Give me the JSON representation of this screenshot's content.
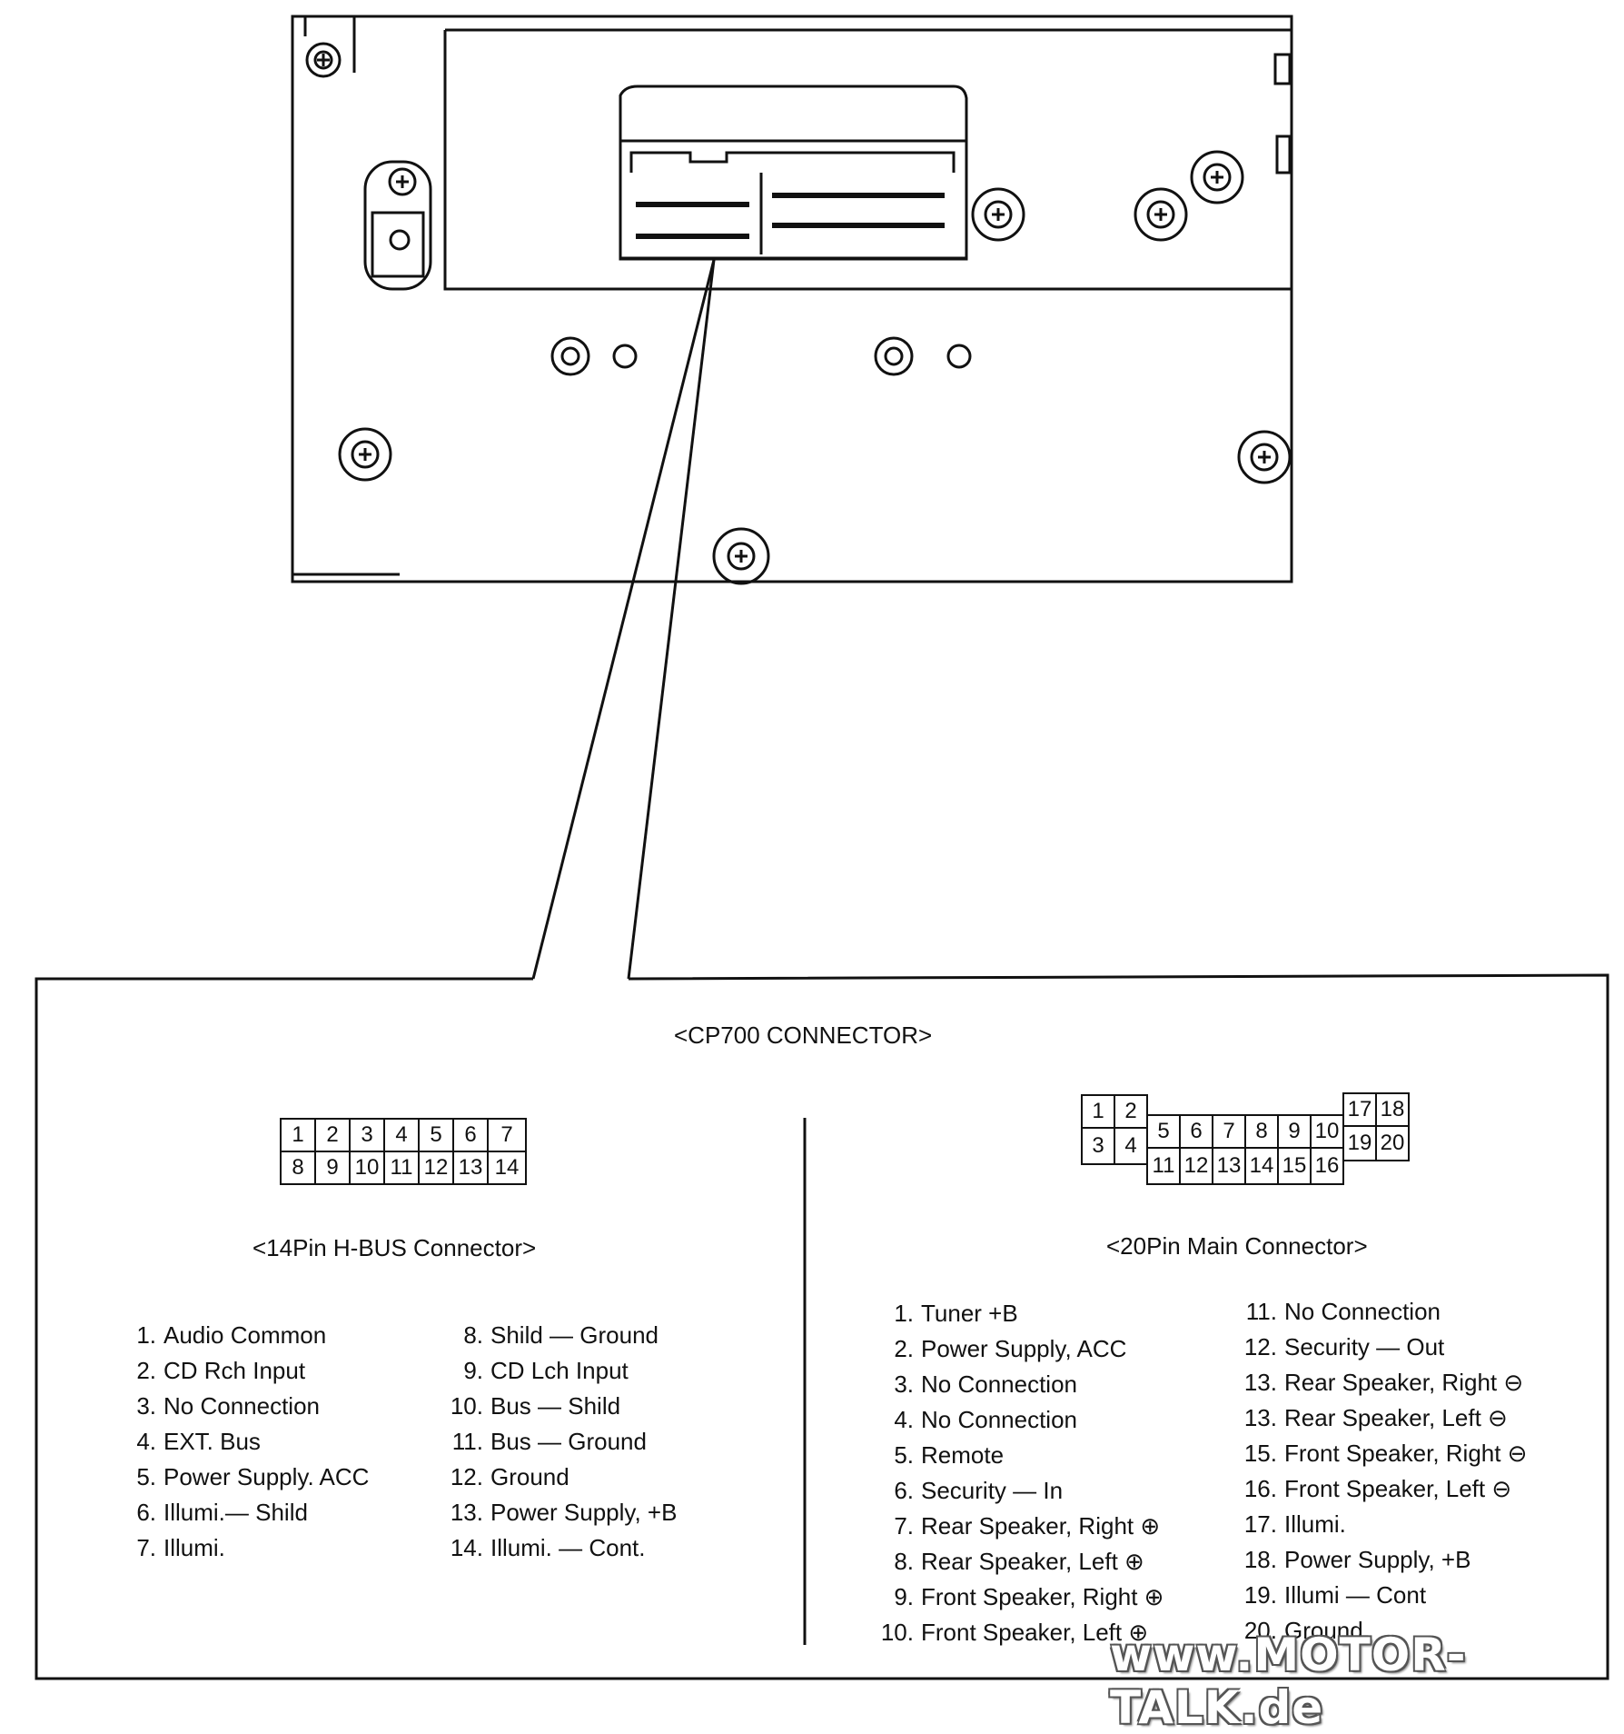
{
  "main_title": "<CP700 CONNECTOR>",
  "hbus": {
    "caption": "<14Pin H-BUS Connector>",
    "pin_row1": [
      "1",
      "2",
      "3",
      "4",
      "5",
      "6",
      "7"
    ],
    "pin_row2": [
      "8",
      "9",
      "10",
      "11",
      "12",
      "13",
      "14"
    ],
    "list_left": [
      {
        "num": "1.",
        "label": "Audio Common"
      },
      {
        "num": "2.",
        "label": "CD Rch Input"
      },
      {
        "num": "3.",
        "label": "No Connection"
      },
      {
        "num": "4.",
        "label": "EXT. Bus"
      },
      {
        "num": "5.",
        "label": "Power Supply. ACC"
      },
      {
        "num": "6.",
        "label": "Illumi.— Shild"
      },
      {
        "num": "7.",
        "label": "Illumi."
      }
    ],
    "list_right": [
      {
        "num": "8.",
        "label": "Shild — Ground"
      },
      {
        "num": "9.",
        "label": "CD Lch Input"
      },
      {
        "num": "10.",
        "label": "Bus — Shild"
      },
      {
        "num": "11.",
        "label": "Bus — Ground"
      },
      {
        "num": "12.",
        "label": "Ground"
      },
      {
        "num": "13.",
        "label": "Power Supply, +B"
      },
      {
        "num": "14.",
        "label": "Illumi. — Cont."
      }
    ]
  },
  "main_conn": {
    "caption": "<20Pin Main Connector>",
    "pins": [
      "1",
      "2",
      "3",
      "4",
      "5",
      "6",
      "7",
      "8",
      "9",
      "10",
      "11",
      "12",
      "13",
      "14",
      "15",
      "16",
      "17",
      "18",
      "19",
      "20"
    ],
    "list_left": [
      {
        "num": "1.",
        "label": "Tuner +B"
      },
      {
        "num": "2.",
        "label": "Power Supply, ACC"
      },
      {
        "num": "3.",
        "label": "No Connection"
      },
      {
        "num": "4.",
        "label": "No Connection"
      },
      {
        "num": "5.",
        "label": "Remote"
      },
      {
        "num": "6.",
        "label": "Security — In"
      },
      {
        "num": "7.",
        "label": "Rear Speaker, Right ⊕"
      },
      {
        "num": "8.",
        "label": "Rear Speaker, Left ⊕"
      },
      {
        "num": "9.",
        "label": "Front Speaker, Right ⊕"
      },
      {
        "num": "10.",
        "label": "Front Speaker, Left ⊕"
      }
    ],
    "list_right": [
      {
        "num": "11.",
        "label": "No Connection"
      },
      {
        "num": "12.",
        "label": "Security — Out"
      },
      {
        "num": "13.",
        "label": "Rear Speaker, Right ⊖"
      },
      {
        "num": "13.",
        "label": "Rear Speaker, Left ⊖"
      },
      {
        "num": "15.",
        "label": "Front Speaker, Right ⊖"
      },
      {
        "num": "16.",
        "label": "Front Speaker, Left ⊖"
      },
      {
        "num": "17.",
        "label": "Illumi."
      },
      {
        "num": "18.",
        "label": "Power Supply, +B"
      },
      {
        "num": "19.",
        "label": "Illumi — Cont"
      },
      {
        "num": "20.",
        "label": "Ground"
      }
    ]
  },
  "watermark": "www.MOTOR-TALK.de"
}
